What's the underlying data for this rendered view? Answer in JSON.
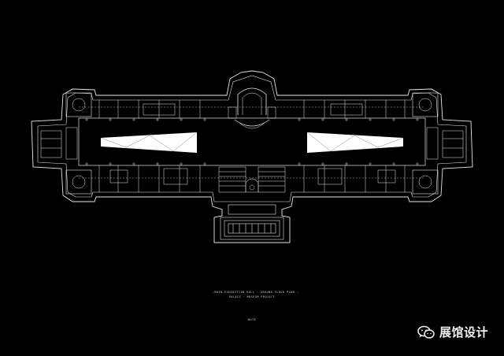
{
  "drawing": {
    "background": "#000000",
    "line_color": "#e8e8e8",
    "highlight_fill": "#ffffff"
  },
  "captions": {
    "line1": "—MAIN EXHIBITION HALL · GROUND FLOOR PLAN —",
    "line2": "PALAIS · MUSEUM PROJECT",
    "note": "NOTE"
  },
  "watermark": {
    "icon": "wechat-icon",
    "text": "展馆设计"
  }
}
